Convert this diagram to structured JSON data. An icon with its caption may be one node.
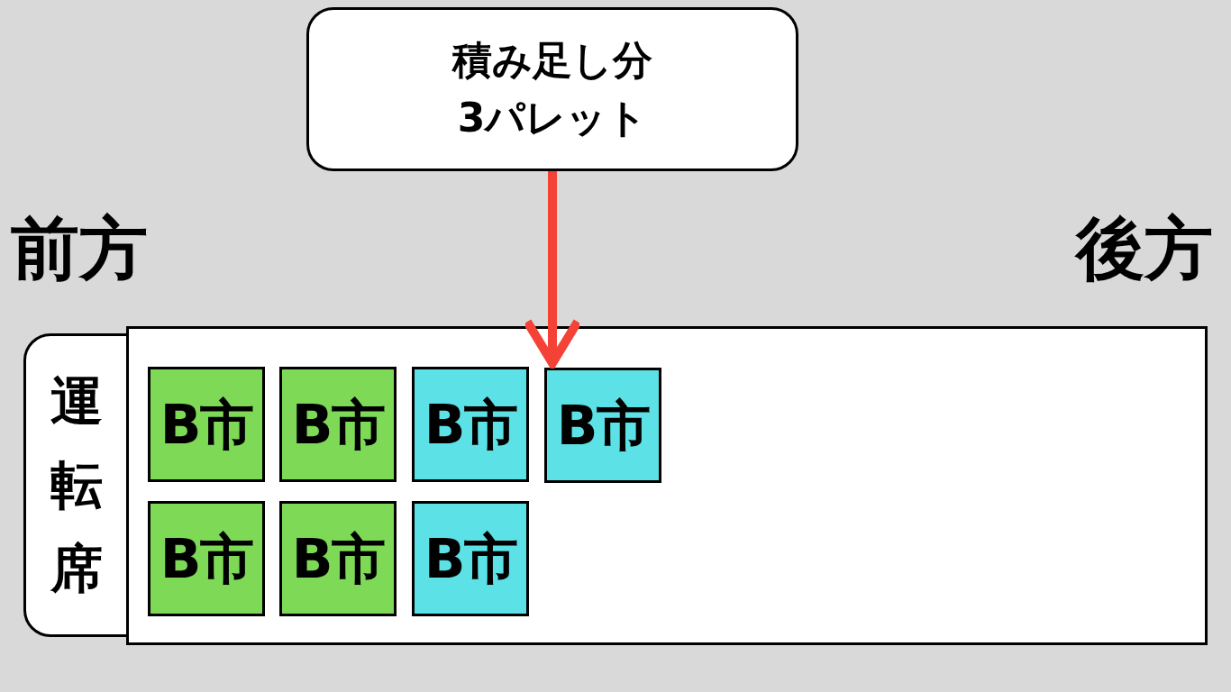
{
  "diagram": {
    "nodes": [
      {
        "text": [
          "積み足し分3パレット"
        ]
      },
      {
        "text": [
          "運転席"
        ]
      },
      {
        "text": [],
        "shape": "box"
      },
      {
        "text": [
          "B市"
        ],
        "in": 2
      },
      {
        "text": [
          "B市"
        ],
        "in": 2
      },
      {
        "text": [
          "B市"
        ],
        "in": 2
      },
      {
        "text": [
          "B市"
        ],
        "in": 2
      },
      {
        "text": [
          "B市"
        ],
        "in": 2
      },
      {
        "text": [
          "B市"
        ],
        "in": 2
      },
      {
        "text": [
          "B市"
        ],
        "in": 2
      }
    ],
    "edges": [
      {
        "from": 0,
        "to": 6,
        "arrow": "to",
        "color": "#f44336"
      }
    ],
    "labels": [
      "前方",
      "後方"
    ]
  }
}
